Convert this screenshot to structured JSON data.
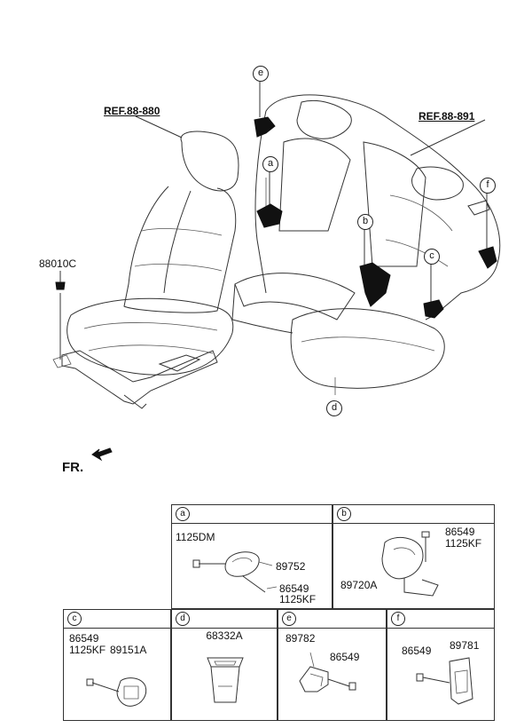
{
  "main": {
    "refs": {
      "front_seat": "REF.88-880",
      "rear_seat": "REF.88-891"
    },
    "front_bolt_label": "88010C",
    "direction_label": "FR.",
    "callouts": {
      "a": "a",
      "b": "b",
      "c": "c",
      "d": "d",
      "e": "e",
      "f": "f"
    }
  },
  "details": {
    "a": {
      "letter": "a",
      "lines": [
        "1125DM",
        "89752",
        "86549",
        "1125KF"
      ]
    },
    "b": {
      "letter": "b",
      "lines": [
        "86549",
        "1125KF",
        "89720A"
      ]
    },
    "c": {
      "letter": "c",
      "lines": [
        "86549",
        "1125KF",
        "89151A"
      ]
    },
    "d": {
      "letter": "d",
      "title": "68332A"
    },
    "e": {
      "letter": "e",
      "lines": [
        "89782",
        "86549"
      ]
    },
    "f": {
      "letter": "f",
      "lines": [
        "86549",
        "89781"
      ]
    }
  }
}
